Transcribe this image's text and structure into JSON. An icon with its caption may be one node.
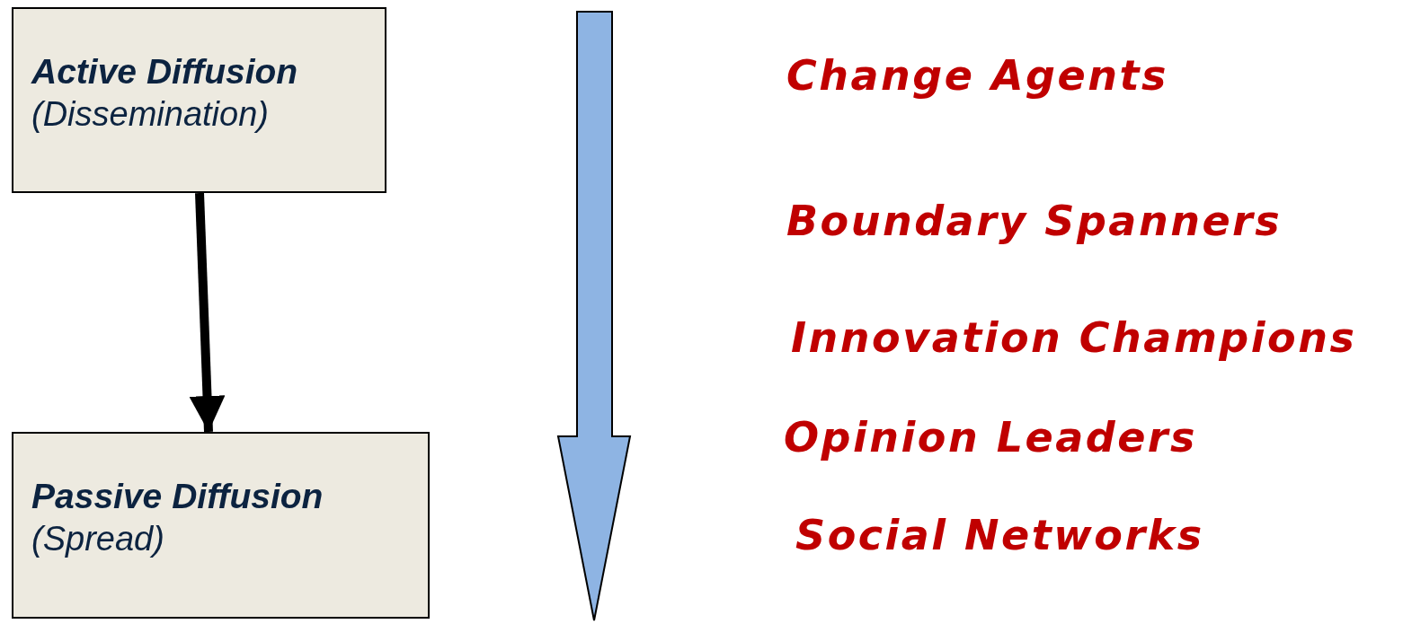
{
  "diagram": {
    "nodes": [
      {
        "text": [
          "Active Diffusion",
          "(Dissemination)"
        ]
      },
      {
        "text": [
          "Passive Diffusion",
          "(Spread)"
        ]
      }
    ],
    "edges": [
      {
        "from": 0,
        "to": 1,
        "arrow": "to"
      }
    ],
    "labels": [
      "Change Agents",
      "Boundary Spanners",
      "Innovation Champions",
      "Opinion Leaders",
      "Social Networks"
    ]
  }
}
